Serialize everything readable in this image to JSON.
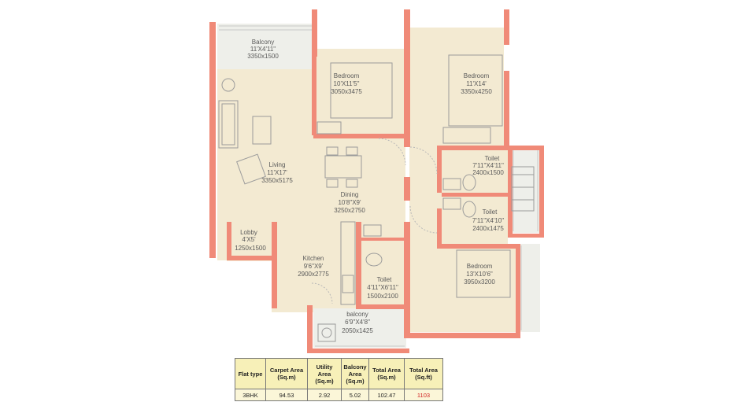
{
  "rooms": [
    {
      "id": "balcony-top",
      "name": "Balcony",
      "dim_ft": "11'X4'11\"",
      "dim_mm": "3350x1500"
    },
    {
      "id": "bedroom-1",
      "name": "Bedroom",
      "dim_ft": "10'X11'5\"",
      "dim_mm": "3050x3475"
    },
    {
      "id": "bedroom-2",
      "name": "Bedroom",
      "dim_ft": "11'X14'",
      "dim_mm": "3350x4250"
    },
    {
      "id": "living",
      "name": "Living",
      "dim_ft": "11'X17'",
      "dim_mm": "3350x5175"
    },
    {
      "id": "dining",
      "name": "Dining",
      "dim_ft": "10'8\"X9'",
      "dim_mm": "3250x2750"
    },
    {
      "id": "toilet-1",
      "name": "Toilet",
      "dim_ft": "7'11\"X4'11\"",
      "dim_mm": "2400x1500"
    },
    {
      "id": "toilet-2",
      "name": "Toilet",
      "dim_ft": "7'11\"X4'10\"",
      "dim_mm": "2400x1475"
    },
    {
      "id": "lobby",
      "name": "Lobby",
      "dim_ft": "4'X5'",
      "dim_mm": "1250x1500"
    },
    {
      "id": "kitchen",
      "name": "Kitchen",
      "dim_ft": "9'6\"X9'",
      "dim_mm": "2900x2775"
    },
    {
      "id": "toilet-3",
      "name": "Toilet",
      "dim_ft": "4'11\"X6'11\"",
      "dim_mm": "1500x2100"
    },
    {
      "id": "bedroom-3",
      "name": "Bedroom",
      "dim_ft": "13'X10'6\"",
      "dim_mm": "3950x3200"
    },
    {
      "id": "balcony-bottom",
      "name": "balcony",
      "dim_ft": "6'9\"X4'8\"",
      "dim_mm": "2050x1425"
    }
  ],
  "table": {
    "headers": [
      "Flat type",
      "Carpet Area (Sq.m)",
      "Utility Area (Sq.m)",
      "Balcony Area (Sq.m)",
      "Total Area (Sq.m)",
      "Total Area (Sq.ft)"
    ],
    "row": [
      "3BHK",
      "94.53",
      "2.92",
      "5.02",
      "102.47",
      "1103"
    ]
  },
  "colors": {
    "wall": "#f08a78",
    "floor": "#f3ead2",
    "balcony": "#eeefea",
    "table_header": "#f7f0b8",
    "highlight": "#d02020"
  }
}
